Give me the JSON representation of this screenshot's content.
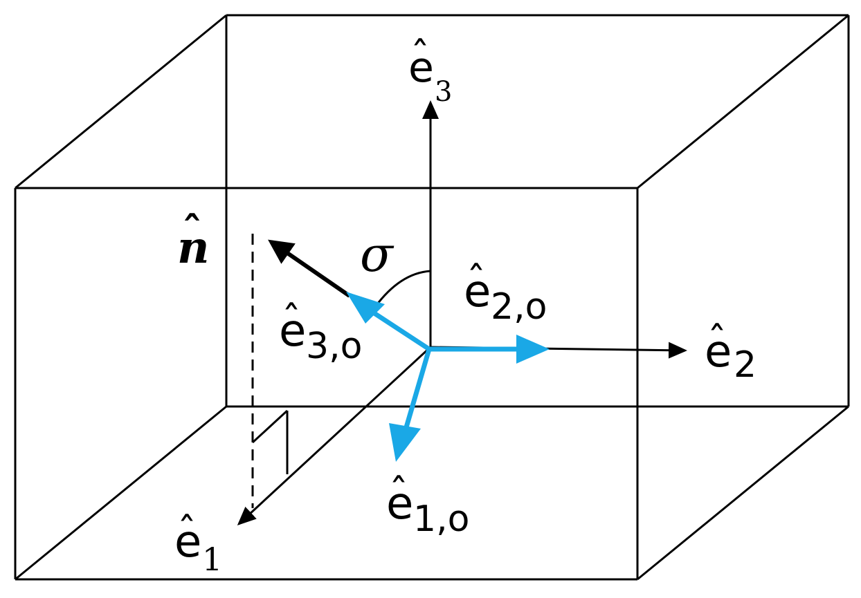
{
  "labels": {
    "e3_base": "e",
    "e3_hat": "ˆ",
    "e3_sub": "3",
    "e2_base": "e",
    "e2_hat": "ˆ",
    "e2_sub": "2",
    "e1_base": "e",
    "e1_hat": "ˆ",
    "e1_sub": "1",
    "e3o_base": "e",
    "e3o_hat": "ˆ",
    "e3o_sub": "3,o",
    "e2o_base": "e",
    "e2o_hat": "ˆ",
    "e2o_sub": "2,o",
    "e1o_base": "e",
    "e1o_hat": "ˆ",
    "e1o_sub": "1,o",
    "n_base": "n",
    "n_hat": "ˆ",
    "sigma": "σ"
  },
  "colors": {
    "global_axes": "#000000",
    "local_axes": "#1aa8e6"
  }
}
